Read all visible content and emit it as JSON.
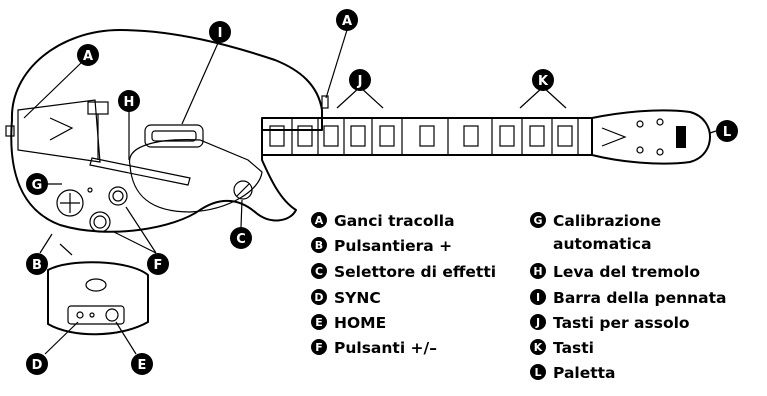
{
  "callouts": {
    "A_top_left": "A",
    "A_top_right": "A",
    "I_top": "I",
    "J_top": "J",
    "K_top": "K",
    "H_side": "H",
    "G_side": "G",
    "L_end": "L",
    "C_lower": "C",
    "B_lower": "B",
    "F_lower": "F",
    "D_lower": "D",
    "E_lower": "E"
  },
  "legend": {
    "col1": [
      {
        "letter": "A",
        "label": "Ganci tracolla"
      },
      {
        "letter": "B",
        "label": "Pulsantiera +"
      },
      {
        "letter": "C",
        "label": "Selettore di effetti"
      },
      {
        "letter": "D",
        "label": "SYNC"
      },
      {
        "letter": "E",
        "label": "HOME"
      },
      {
        "letter": "F",
        "label": "Pulsanti +/–"
      }
    ],
    "col2": [
      {
        "letter": "G",
        "label_line1": "Calibrazione",
        "label_line2": "automatica"
      },
      {
        "letter": "H",
        "label": "Leva del tremolo"
      },
      {
        "letter": "I",
        "label": "Barra della pennata"
      },
      {
        "letter": "J",
        "label": "Tasti per assolo"
      },
      {
        "letter": "K",
        "label": "Tasti"
      },
      {
        "letter": "L",
        "label": "Paletta"
      }
    ]
  }
}
